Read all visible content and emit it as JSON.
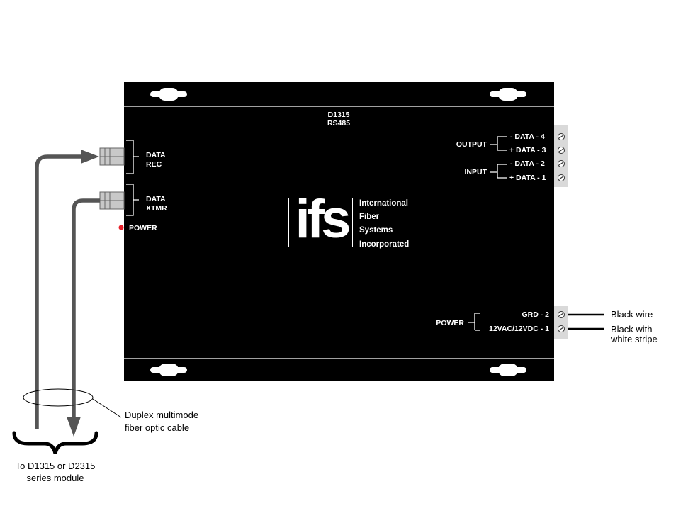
{
  "device": {
    "model": "D1315",
    "protocol": "RS485",
    "logo": "ifs",
    "company_lines": [
      "International",
      "Fiber",
      "Systems",
      "Incorporated"
    ],
    "power_led_label": "POWER",
    "colors": {
      "chassis": "#000000",
      "terminal_block": "#d9d9d9",
      "led": "#e8202a",
      "cable": "#555555"
    }
  },
  "ports": {
    "rec": {
      "line1": "DATA",
      "line2": "REC"
    },
    "xmtr": {
      "line1": "DATA",
      "line2": "XTMR"
    }
  },
  "terminals": {
    "output_label": "OUTPUT",
    "input_label": "INPUT",
    "data_pins": [
      "- DATA - 4",
      "+ DATA - 3",
      "- DATA - 2",
      "+ DATA - 1"
    ],
    "power_label": "POWER",
    "power_pins": [
      "GRD - 2",
      "12VAC/12VDC - 1"
    ]
  },
  "wires": {
    "black_wire": "Black wire",
    "black_stripe_line1": "Black with",
    "black_stripe_line2": "white stripe"
  },
  "cable": {
    "label_line1": "Duplex multimode",
    "label_line2": "fiber optic cable",
    "dest_line1": "To D1315 or D2315",
    "dest_line2": "series module"
  }
}
